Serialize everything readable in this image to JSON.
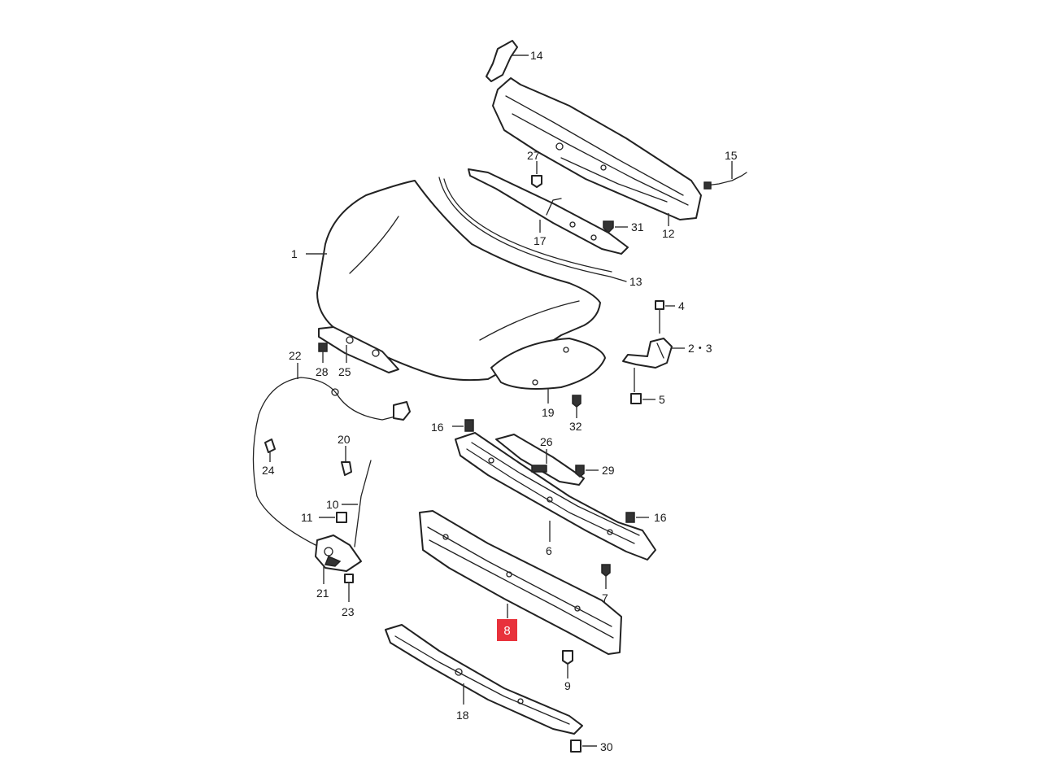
{
  "highlight": {
    "label": "8",
    "color": "#e8323c"
  },
  "labels": {
    "l1": "1",
    "l2_3": "2・3",
    "l4": "4",
    "l5": "5",
    "l6": "6",
    "l7": "7",
    "l9": "9",
    "l10": "10",
    "l11": "11",
    "l12": "12",
    "l13": "13",
    "l14": "14",
    "l15": "15",
    "l16a": "16",
    "l16b": "16",
    "l17": "17",
    "l18": "18",
    "l19": "19",
    "l20": "20",
    "l21": "21",
    "l22": "22",
    "l23": "23",
    "l24": "24",
    "l25": "25",
    "l26": "26",
    "l27": "27",
    "l28": "28",
    "l29": "29",
    "l30": "30",
    "l31": "31",
    "l32": "32"
  }
}
